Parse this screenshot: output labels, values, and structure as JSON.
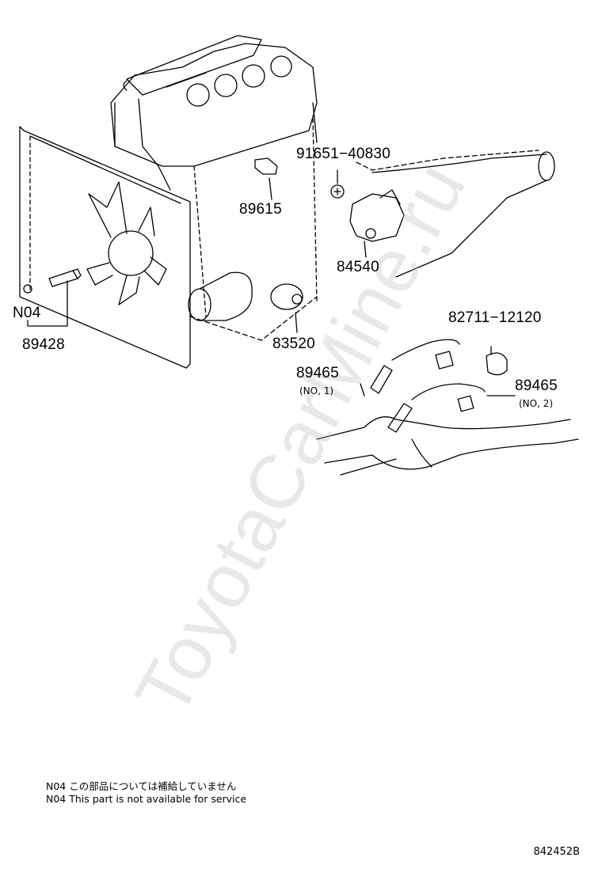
{
  "watermark": "ToyotaCarMine.ru",
  "parts": {
    "p89615": "89615",
    "p91651": "91651−40830",
    "p84540": "84540",
    "n04": "N04",
    "p89428": "89428",
    "p83520": "83520",
    "p82711": "82711−12120",
    "p89465_1": "89465",
    "p89465_1_sub": "(NO, 1)",
    "p89465_2": "89465",
    "p89465_2_sub": "(NO, 2)"
  },
  "notes": {
    "jp": "N04 この部品については補給していません",
    "en": "N04 This part is not available for service"
  },
  "diagram_code": "842452B"
}
